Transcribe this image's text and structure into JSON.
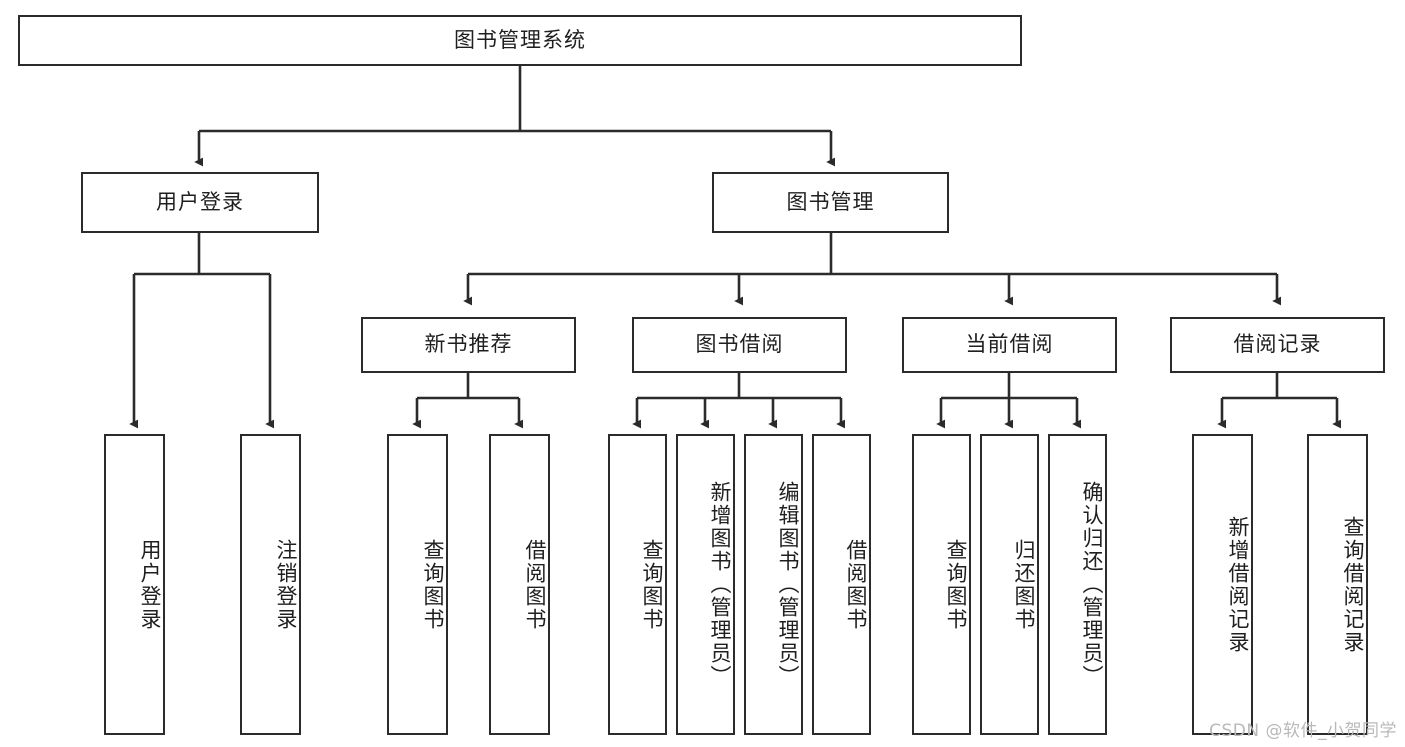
{
  "diagram": {
    "title": "图书管理系统",
    "type": "tree",
    "watermark": "CSDN @软件_小贺同学",
    "line_color": "#2b2b2b",
    "box_fill": "#ffffff",
    "text_color": "#1f1f1f",
    "root": {
      "label": "图书管理系统",
      "children": [
        {
          "label": "用户登录",
          "children": [
            {
              "label": "用户登录"
            },
            {
              "label": "注销登录"
            }
          ]
        },
        {
          "label": "图书管理",
          "children": [
            {
              "label": "新书推荐",
              "children": [
                {
                  "label": "查询图书"
                },
                {
                  "label": "借阅图书"
                }
              ]
            },
            {
              "label": "图书借阅",
              "children": [
                {
                  "label": "查询图书"
                },
                {
                  "label": "新增图书（管理员）"
                },
                {
                  "label": "编辑图书（管理员）"
                },
                {
                  "label": "借阅图书"
                }
              ]
            },
            {
              "label": "当前借阅",
              "children": [
                {
                  "label": "查询图书"
                },
                {
                  "label": "归还图书"
                },
                {
                  "label": "确认归还（管理员）"
                }
              ]
            },
            {
              "label": "借阅记录",
              "children": [
                {
                  "label": "新增借阅记录"
                },
                {
                  "label": "查询借阅记录"
                }
              ]
            }
          ]
        }
      ]
    },
    "nodes": {
      "root": "图书管理系统",
      "user_login": "用户登录",
      "book_manage": "图书管理",
      "new_book_rec": "新书推荐",
      "book_borrow": "图书借阅",
      "current_borrow": "当前借阅",
      "borrow_record": "借阅记录",
      "leaf_user_login": "用户登录",
      "leaf_logout": "注销登录",
      "leaf_query_book_1": "查询图书",
      "leaf_borrow_book_1": "借阅图书",
      "leaf_query_book_2": "查询图书",
      "leaf_add_book": "新增图书（管理员）",
      "leaf_edit_book": "编辑图书（管理员）",
      "leaf_borrow_book_2": "借阅图书",
      "leaf_query_book_3": "查询图书",
      "leaf_return_book": "归还图书",
      "leaf_confirm_return": "确认归还（管理员）",
      "leaf_add_record": "新增借阅记录",
      "leaf_query_record": "查询借阅记录"
    }
  }
}
